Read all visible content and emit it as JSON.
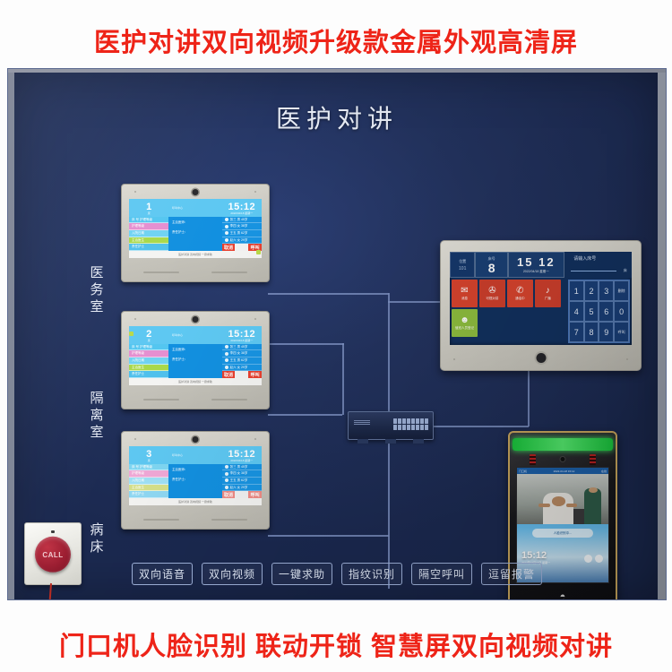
{
  "banners": {
    "top": "医护对讲双向视频升级款金属外观高清屏",
    "bottom": "门口机人脸识别 联动开锁 智慧屏双向视频对讲",
    "top_color": "#ee2418",
    "bottom_color": "#ee2418"
  },
  "board": {
    "title": "医护对讲",
    "background_color": "#23335f"
  },
  "zones": [
    {
      "name": "medical-office",
      "chars": [
        "医",
        "务",
        "室"
      ]
    },
    {
      "name": "isolation-room",
      "chars": [
        "隔",
        "离",
        "室"
      ]
    },
    {
      "name": "bed",
      "chars": [
        "病",
        "床"
      ]
    }
  ],
  "tablets": [
    {
      "bed_number": "1",
      "bed_caption": "床",
      "time": "15:12",
      "date": "2022/04/18 星期一",
      "header_label": "呼叫中心",
      "left_rows": [
        "床 号 护理等级",
        "护理等级",
        "入院日期",
        "主治医生",
        "责任护士"
      ],
      "mid_lines": [
        "主治医师：",
        "责任护士："
      ],
      "patients": [
        "张三  男 45岁",
        "李四  女 38岁",
        "王五  男 62岁",
        "赵六  女 29岁"
      ],
      "actions": [
        {
          "label": "取消",
          "style": "red"
        },
        {
          "label": "",
          "style": "white"
        },
        {
          "label": "呼叫",
          "style": "red"
        }
      ],
      "footer": "医护对讲  双向视频  一键求助"
    },
    {
      "bed_number": "2",
      "bed_caption": "床",
      "time": "15:12",
      "date": "2022/04/18 星期一",
      "header_label": "呼叫中心",
      "left_rows": [
        "床 号 护理等级",
        "护理等级",
        "入院日期",
        "主治医生",
        "责任护士"
      ],
      "mid_lines": [
        "主治医师：",
        "责任护士："
      ],
      "patients": [
        "张三  男 45岁",
        "李四  女 38岁",
        "王五  男 62岁",
        "赵六  女 29岁"
      ],
      "actions": [
        {
          "label": "取消",
          "style": "red"
        },
        {
          "label": "",
          "style": "white"
        },
        {
          "label": "呼叫",
          "style": "red"
        }
      ],
      "footer": "医护对讲  双向视频  一键求助"
    },
    {
      "bed_number": "3",
      "bed_caption": "床",
      "time": "15:12",
      "date": "2022/04/18 星期一",
      "header_label": "呼叫中心",
      "left_rows": [
        "床 号 护理等级",
        "护理等级",
        "入院日期",
        "主治医生",
        "责任护士"
      ],
      "mid_lines": [
        "主治医师：",
        "责任护士："
      ],
      "patients": [
        "张三  男 45岁",
        "李四  女 38岁",
        "王五  男 62岁",
        "赵六  女 29岁"
      ],
      "actions": [
        {
          "label": "取消",
          "style": "red"
        },
        {
          "label": "",
          "style": "white"
        },
        {
          "label": "呼叫",
          "style": "red"
        }
      ],
      "footer": "医护对讲  双向视频  一键求助"
    }
  ],
  "station": {
    "position_label": "位置",
    "position_value": "101",
    "bed_label": "床号",
    "bed_value": "8",
    "time": "15 12",
    "date": "2022/04/18 星期一",
    "prompt": "请输入床号",
    "unit": "床",
    "tiles": [
      {
        "name": "message",
        "glyph": "✉",
        "label": "消息"
      },
      {
        "name": "video-intercom",
        "glyph": "✇",
        "label": "可视对讲"
      },
      {
        "name": "calling",
        "glyph": "✆",
        "label": "通话中"
      },
      {
        "name": "broadcast",
        "glyph": "♪",
        "label": "广播"
      },
      {
        "name": "user",
        "glyph": "☻",
        "label": "值班人员登记"
      }
    ],
    "keypad": [
      "1",
      "2",
      "3",
      "删除",
      "4",
      "5",
      "6",
      "0",
      "7",
      "8",
      "9",
      "呼叫"
    ]
  },
  "door_station": {
    "status_bar_left": "门口机",
    "status_bar_center": "2022-04-18 15:12",
    "status_bar_right": "在线",
    "pill_label": "人脸识别中...",
    "time": "15:12",
    "date": "2022年04月18日 星期一",
    "wifi_icon": "wifi-icon"
  },
  "call_button": {
    "label": "CALL",
    "color": "#9d1e32"
  },
  "switch": {
    "name": "network-switch",
    "port_count": 16
  },
  "chips": [
    "双向语音",
    "双向视频",
    "一键求助",
    "指纹识别",
    "隔空呼叫",
    "逗留报警"
  ]
}
